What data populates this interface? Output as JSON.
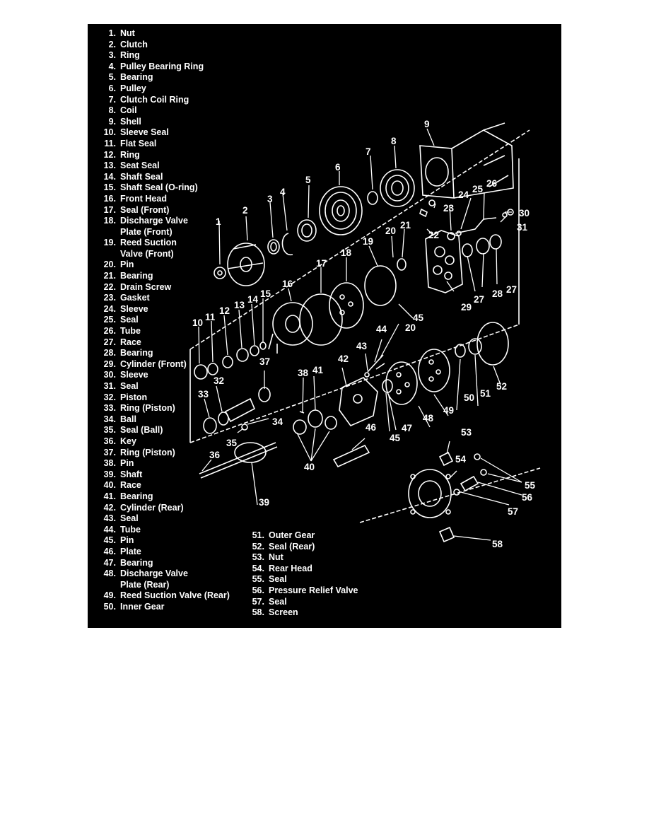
{
  "parts_left": [
    {
      "num": "1.",
      "label": "Nut"
    },
    {
      "num": "2.",
      "label": "Clutch"
    },
    {
      "num": "3.",
      "label": "Ring"
    },
    {
      "num": "4.",
      "label": "Pulley Bearing Ring"
    },
    {
      "num": "5.",
      "label": "Bearing"
    },
    {
      "num": "6.",
      "label": "Pulley"
    },
    {
      "num": "7.",
      "label": "Clutch Coil Ring"
    },
    {
      "num": "8.",
      "label": "Coil"
    },
    {
      "num": "9.",
      "label": "Shell"
    },
    {
      "num": "10.",
      "label": "Sleeve Seal"
    },
    {
      "num": "11.",
      "label": "Flat Seal"
    },
    {
      "num": "12.",
      "label": "Ring"
    },
    {
      "num": "13.",
      "label": "Seat Seal"
    },
    {
      "num": "14.",
      "label": "Shaft Seal"
    },
    {
      "num": "15.",
      "label": "Shaft Seal (O-ring)"
    },
    {
      "num": "16.",
      "label": "Front Head"
    },
    {
      "num": "17.",
      "label": "Seal (Front)"
    },
    {
      "num": "18.",
      "label": "Discharge Valve"
    },
    {
      "num": "",
      "label": "Plate (Front)"
    },
    {
      "num": "19.",
      "label": "Reed Suction"
    },
    {
      "num": "",
      "label": "Valve (Front)"
    },
    {
      "num": "20.",
      "label": "Pin"
    },
    {
      "num": "21.",
      "label": "Bearing"
    },
    {
      "num": "22.",
      "label": "Drain Screw"
    },
    {
      "num": "23.",
      "label": "Gasket"
    },
    {
      "num": "24.",
      "label": "Sleeve"
    },
    {
      "num": "25.",
      "label": "Seal"
    },
    {
      "num": "26.",
      "label": "Tube"
    },
    {
      "num": "27.",
      "label": "Race"
    },
    {
      "num": "28.",
      "label": "Bearing"
    },
    {
      "num": "29.",
      "label": "Cylinder (Front)"
    },
    {
      "num": "30.",
      "label": "Sleeve"
    },
    {
      "num": "31.",
      "label": "Seal"
    },
    {
      "num": "32.",
      "label": "Piston"
    },
    {
      "num": "33.",
      "label": "Ring (Piston)"
    },
    {
      "num": "34.",
      "label": "Ball"
    },
    {
      "num": "35.",
      "label": "Seal (Ball)"
    },
    {
      "num": "36.",
      "label": "Key"
    },
    {
      "num": "37.",
      "label": "Ring (Piston)"
    },
    {
      "num": "38.",
      "label": "Pin"
    },
    {
      "num": "39.",
      "label": "Shaft"
    },
    {
      "num": "40.",
      "label": "Race"
    },
    {
      "num": "41.",
      "label": "Bearing"
    },
    {
      "num": "42.",
      "label": "Cylinder (Rear)"
    },
    {
      "num": "43.",
      "label": "Seal"
    },
    {
      "num": "44.",
      "label": "Tube"
    },
    {
      "num": "45.",
      "label": "Pin"
    },
    {
      "num": "46.",
      "label": "Plate"
    },
    {
      "num": "47.",
      "label": "Bearing"
    },
    {
      "num": "48.",
      "label": "Discharge Valve"
    },
    {
      "num": "",
      "label": "Plate (Rear)"
    },
    {
      "num": "49.",
      "label": "Reed Suction Valve (Rear)"
    },
    {
      "num": "50.",
      "label": "Inner Gear"
    }
  ],
  "parts_right": [
    {
      "num": "51.",
      "label": "Outer Gear"
    },
    {
      "num": "52.",
      "label": "Seal (Rear)"
    },
    {
      "num": "53.",
      "label": "Nut"
    },
    {
      "num": "54.",
      "label": "Rear Head"
    },
    {
      "num": "55.",
      "label": "Seal"
    },
    {
      "num": "56.",
      "label": "Pressure Relief Valve"
    },
    {
      "num": "57.",
      "label": "Seal"
    },
    {
      "num": "58.",
      "label": "Screen"
    }
  ],
  "callouts": [
    "1",
    "2",
    "3",
    "4",
    "5",
    "6",
    "7",
    "8",
    "9",
    "10",
    "11",
    "12",
    "13",
    "14",
    "15",
    "16",
    "17",
    "18",
    "19",
    "20",
    "20",
    "21",
    "22",
    "23",
    "24",
    "25",
    "26",
    "27",
    "27",
    "28",
    "29",
    "30",
    "31",
    "32",
    "33",
    "34",
    "35",
    "36",
    "37",
    "38",
    "41",
    "42",
    "43",
    "44",
    "45",
    "45",
    "46",
    "47",
    "48",
    "49",
    "50",
    "51",
    "52",
    "53",
    "54",
    "55",
    "56",
    "57",
    "58",
    "39",
    "40"
  ]
}
